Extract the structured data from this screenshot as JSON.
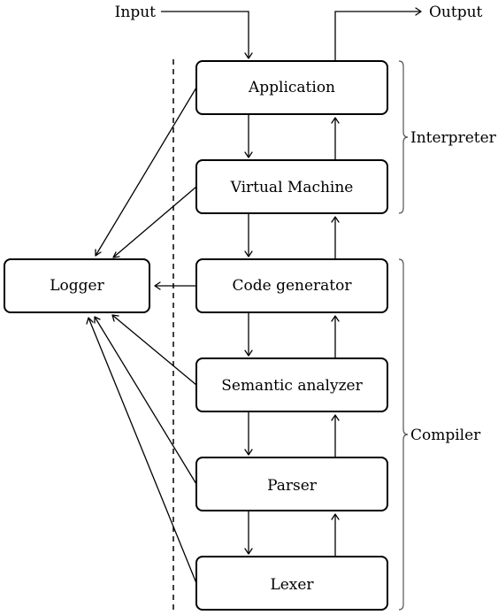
{
  "io": {
    "input": "Input",
    "output": "Output"
  },
  "boxes": {
    "application": "Application",
    "virtual_machine": "Virtual Machine",
    "code_generator": "Code generator",
    "semantic_analyzer": "Semantic analyzer",
    "parser": "Parser",
    "lexer": "Lexer",
    "logger": "Logger"
  },
  "groups": {
    "interpreter": "Interpreter",
    "compiler": "Compiler"
  }
}
